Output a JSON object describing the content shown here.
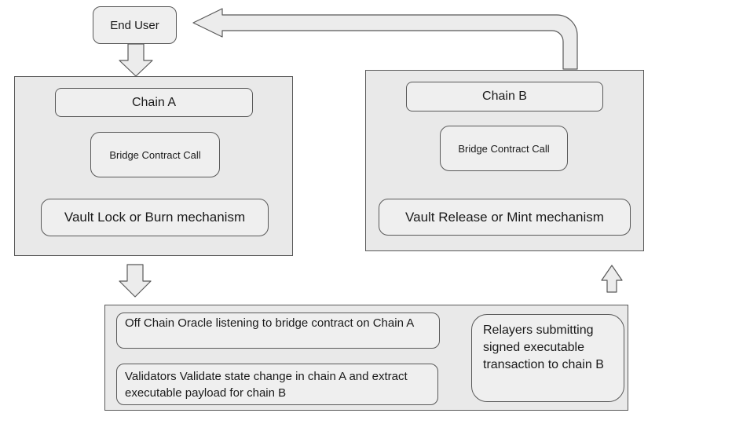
{
  "diagram": {
    "title_hint": "Cross-chain bridge flow diagram",
    "end_user": {
      "label": "End User"
    },
    "chain_a": {
      "title": "Chain A",
      "bridge_call": "Bridge Contract Call",
      "vault": "Vault Lock or Burn mechanism"
    },
    "chain_b": {
      "title": "Chain B",
      "bridge_call": "Bridge Contract Call",
      "vault": "Vault Release or Mint mechanism"
    },
    "offchain": {
      "oracle": "Off Chain Oracle listening to bridge contract on Chain A",
      "validators": "Validators Validate state change in chain A and extract executable payload for chain B",
      "relayers": "Relayers submitting signed executable transaction to chain B"
    },
    "colors": {
      "background": "#ffffff",
      "container_fill": "#e9e9e9",
      "node_fill": "#efefef",
      "arrow_fill": "#ececec",
      "border": "#595959",
      "text": "#1a1a1a"
    }
  }
}
